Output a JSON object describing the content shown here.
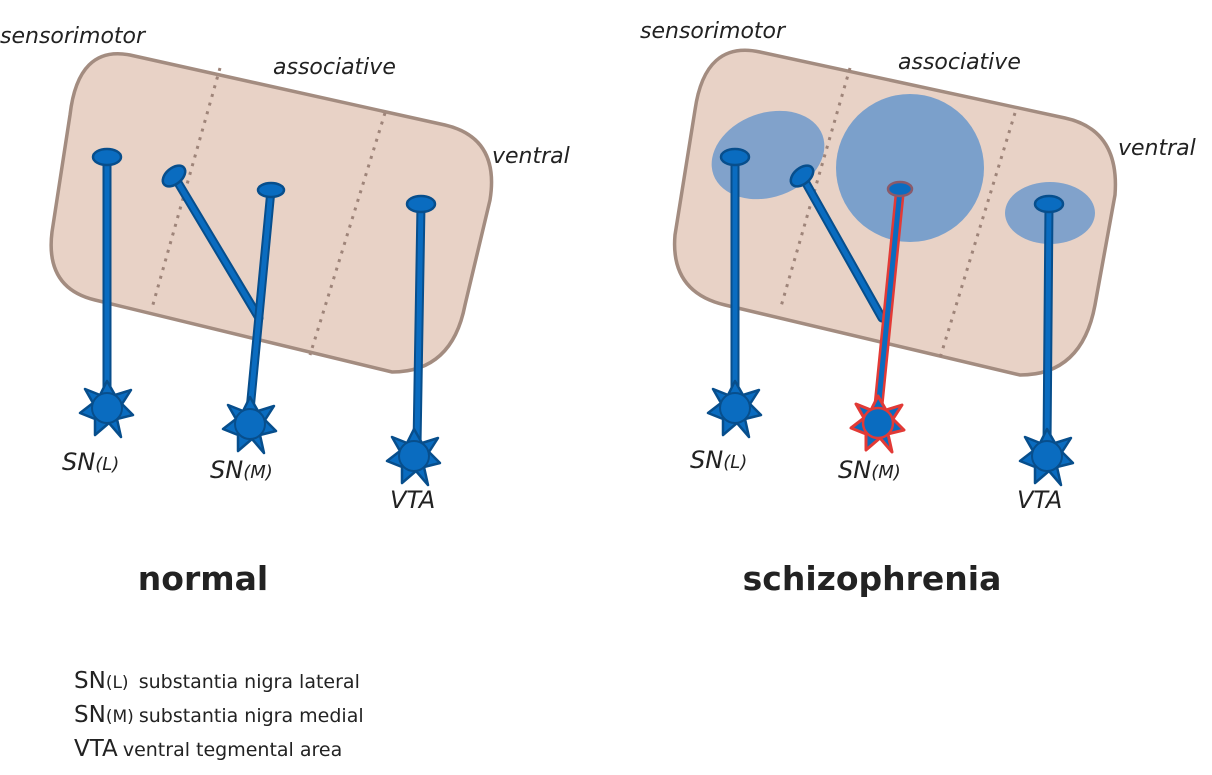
{
  "regions": {
    "sensorimotor": "sensorimotor",
    "associative": "associative",
    "ventral": "ventral"
  },
  "neurons": {
    "sn_l": {
      "main": "SN",
      "sub": "(L)"
    },
    "sn_m": {
      "main": "SN",
      "sub": "(M)"
    },
    "vta": {
      "main": "VTA"
    }
  },
  "panels": {
    "normal": {
      "title": "normal"
    },
    "schizophrenia": {
      "title": "schizophrenia"
    }
  },
  "legend": [
    {
      "main": "SN",
      "sub": "(L)",
      "desc": "substantia nigra lateral"
    },
    {
      "main": "SN",
      "sub": "(M)",
      "desc": "substantia nigra medial"
    },
    {
      "main": "VTA",
      "sub": "",
      "desc": "ventral tegmental area"
    }
  ],
  "colors": {
    "striatum_fill": "#E8D2C6",
    "striatum_stroke": "#A38C80",
    "neuron": "#0A6CC0",
    "neuron_dark": "#074E8C",
    "highlight": "#6F9ACB",
    "abnormal": "#E23A36"
  }
}
